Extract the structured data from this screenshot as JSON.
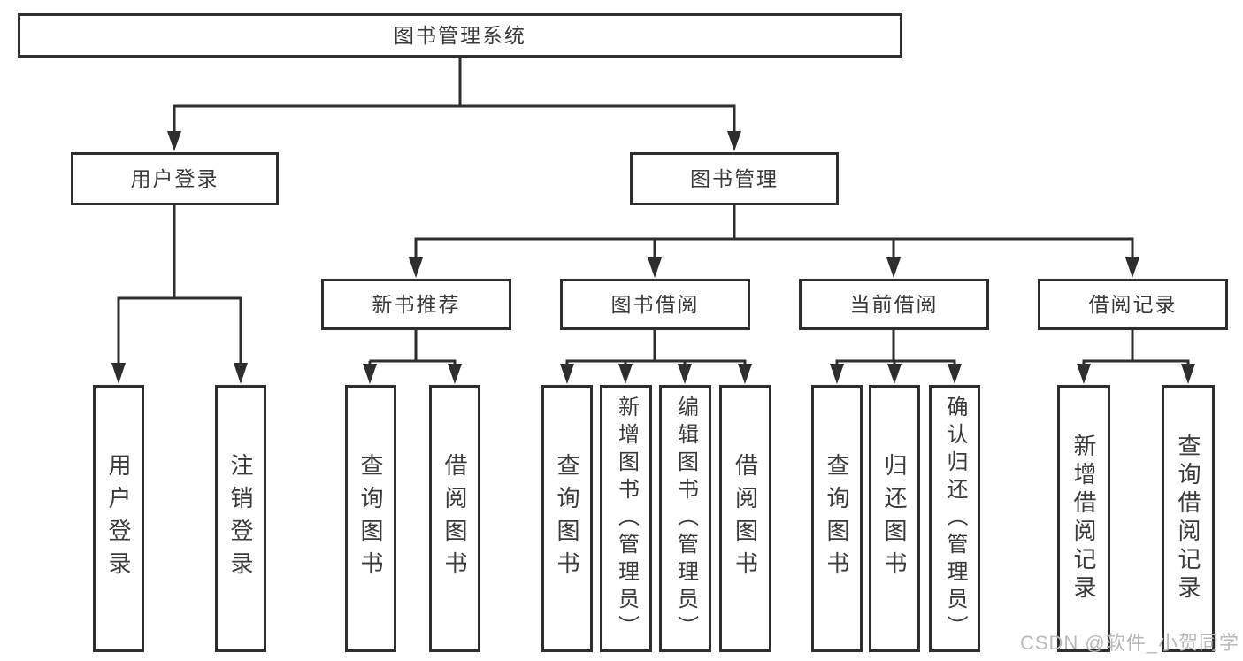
{
  "diagram": {
    "title": "图书管理系统",
    "nodes": {
      "root": "图书管理系统",
      "user_login": "用户登录",
      "book_management": "图书管理",
      "new_book_recommend": "新书推荐",
      "book_borrow": "图书借阅",
      "current_borrow": "当前借阅",
      "borrow_records": "借阅记录",
      "leaf_user_login": "用户登录",
      "leaf_logout": "注销登录",
      "leaf_recommend_query_books": "查询图书",
      "leaf_recommend_borrow_books": "借阅图书",
      "leaf_borrow_query_books": "查询图书",
      "leaf_borrow_add_books": "新增图书（管理员）",
      "leaf_borrow_edit_books": "编辑图书（管理员）",
      "leaf_borrow_borrow_books": "借阅图书",
      "leaf_current_query_books": "查询图书",
      "leaf_current_return_books": "归还图书",
      "leaf_current_confirm_return": "确认归还（管理员）",
      "leaf_records_add": "新增借阅记录",
      "leaf_records_query": "查询借阅记录"
    },
    "colors": {
      "line": "#2e2e2e",
      "text": "#3a3a3a",
      "background": "#ffffff",
      "watermark_text": "#b9b9b9"
    }
  },
  "watermark": "CSDN @软件_小贺同学"
}
